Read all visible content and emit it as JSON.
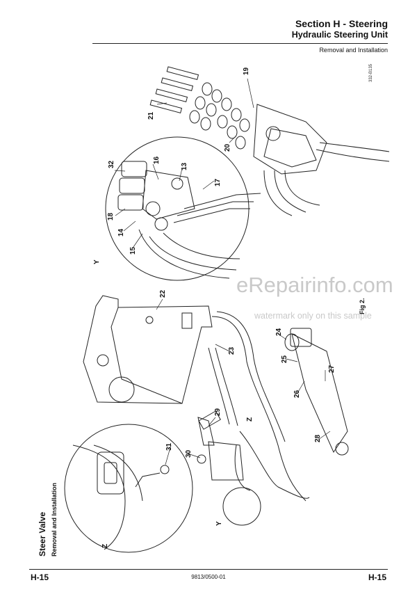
{
  "header": {
    "section": "Section H - Steering",
    "subtitle": "Hydraulic Steering Unit",
    "subsection": "Removal and Installation"
  },
  "side": {
    "title": "Steer Valve",
    "subtitle": "Removal and Installation"
  },
  "figure": {
    "caption": "Fig 2.",
    "ref": "332-B135",
    "callouts": {
      "c13": "13",
      "c14": "14",
      "c15": "15",
      "c16": "16",
      "c17": "17",
      "c18": "18",
      "c19": "19",
      "c20": "20",
      "c21": "21",
      "c22": "22",
      "c23": "23",
      "c24": "24",
      "c25": "25",
      "c26": "26",
      "c27": "27",
      "c28": "28",
      "c29": "29",
      "c30": "30",
      "c31": "31",
      "c32": "32"
    },
    "views": {
      "y1": "Y",
      "y2": "Y",
      "z1": "Z",
      "z2": "Z"
    }
  },
  "watermark": {
    "brand": "eRepairinfo.com",
    "note": "watermark only on this sample"
  },
  "footer": {
    "page_left": "H-15",
    "doc_number": "9813/0500-01",
    "page_right": "H-15"
  }
}
